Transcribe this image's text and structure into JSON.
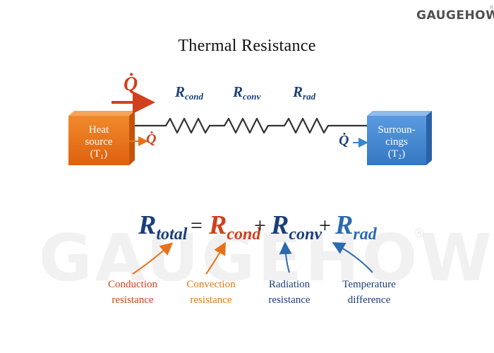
{
  "brand": {
    "name": "GAUGEHOW",
    "reg": "®"
  },
  "title": "Thermal Resistance",
  "watermark": {
    "text": "GAUGEHOW",
    "reg": "®"
  },
  "colors": {
    "hot": "#e8701a",
    "cold": "#3b82cc",
    "red": "#d0401d",
    "navy": "#1c3f78",
    "orange_text": "#e07a10",
    "blue_text": "#2c6ab0"
  },
  "source_box": {
    "line1": "Heat",
    "line2": "source",
    "line3": "(T₁)"
  },
  "sink_box": {
    "line1": "Surroun-",
    "line2": "cings",
    "line3": "(T₂)"
  },
  "flow": {
    "q_symbol": "Q̇"
  },
  "resistors": [
    {
      "main": "R",
      "sub": "cond"
    },
    {
      "main": "R",
      "sub": "conv"
    },
    {
      "main": "R",
      "sub": "rad"
    }
  ],
  "equation": {
    "total": {
      "main": "R",
      "sub": "total"
    },
    "equals": "=",
    "plus": "+",
    "terms": [
      {
        "main": "R",
        "sub": "cond"
      },
      {
        "main": "R",
        "sub": "conv"
      },
      {
        "main": "R",
        "sub": "rad"
      }
    ]
  },
  "annotations": [
    {
      "line1": "Conduction",
      "line2": "resistance"
    },
    {
      "line1": "Convection",
      "line2": "resistance"
    },
    {
      "line1": "Radiation",
      "line2": "resistance"
    },
    {
      "line1": "Temperature",
      "line2": "difference"
    }
  ]
}
